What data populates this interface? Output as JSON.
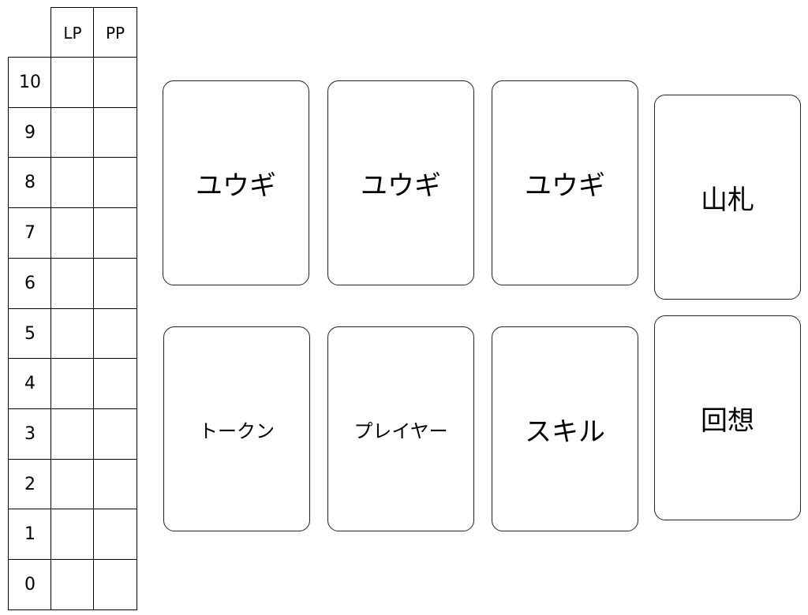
{
  "tracker": {
    "columns": [
      "LP",
      "PP"
    ],
    "rows": [
      "10",
      "9",
      "8",
      "7",
      "6",
      "5",
      "4",
      "3",
      "2",
      "1",
      "0"
    ]
  },
  "cards": {
    "top": [
      "ユウギ",
      "ユウギ",
      "ユウギ"
    ],
    "deck": "山札",
    "bottom": [
      "トークン",
      "プレイヤー",
      "スキル"
    ],
    "recall": "回想"
  }
}
